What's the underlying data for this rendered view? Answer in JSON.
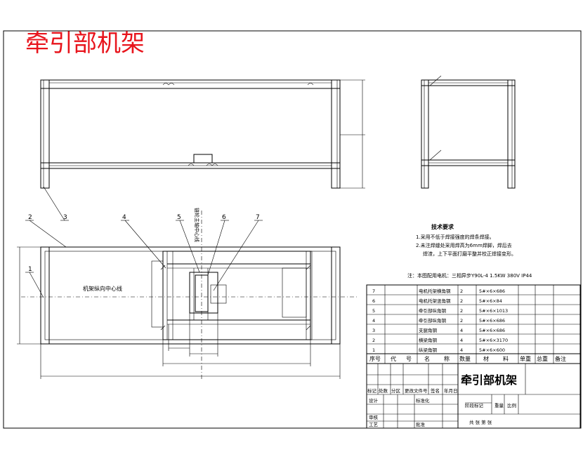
{
  "title": "牵引部机架",
  "notes": {
    "heading": "技术要求",
    "line1": "1.采用不低于焊接强度的焊条焊接。",
    "line2": "2.未注焊缝处采用焊高为6mm焊脚，焊后去",
    "line3": "焊渣，上下平面打磨平整并校正焊接变形。",
    "motor": "注：本图配用电机：三相异步Y90L-4 1.5KW 380V IP44"
  },
  "labels": {
    "centerline": "机架纵向中心线",
    "vertical_note": "链轮主轴中心线"
  },
  "balloons": [
    "1",
    "2",
    "3",
    "4",
    "5",
    "6",
    "7"
  ],
  "bom": {
    "rows": [
      {
        "no": "7",
        "name": "电机托架横角钢",
        "qty": "2",
        "material": "5#×6×686"
      },
      {
        "no": "6",
        "name": "电机托架竖角钢",
        "qty": "2",
        "material": "5#×6×84"
      },
      {
        "no": "5",
        "name": "牵引部纵角钢",
        "qty": "2",
        "material": "5#×6×1013"
      },
      {
        "no": "4",
        "name": "牵引部纵角钢",
        "qty": "2",
        "material": "5#×6×686"
      },
      {
        "no": "3",
        "name": "支腿角钢",
        "qty": "4",
        "material": "5#×6×686"
      },
      {
        "no": "2",
        "name": "横梁角钢",
        "qty": "4",
        "material": "5#×6×3170"
      },
      {
        "no": "1",
        "name": "纵梁角钢",
        "qty": "4",
        "material": "5#×6×600"
      }
    ],
    "headers": [
      "序号",
      "代",
      "号",
      "名",
      "称",
      "数量",
      "材",
      "料",
      "单重",
      "总重",
      "备注"
    ]
  },
  "titleblock": {
    "name": "牵引部机架",
    "row_labels": [
      "标记",
      "处数",
      "分区",
      "更改文件号",
      "签名",
      "年月日"
    ],
    "design": "设计",
    "standard": "标准化",
    "stage": "阶段标记",
    "weight": "重量",
    "scale": "比例",
    "review": "审核",
    "process": "工艺",
    "approve": "批准",
    "sheets": "共  张  第  张"
  }
}
